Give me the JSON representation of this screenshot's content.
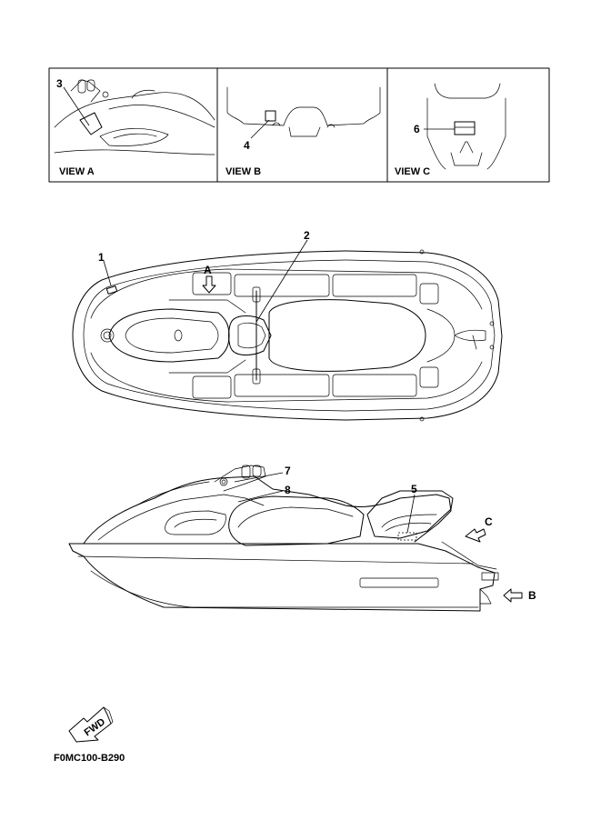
{
  "views": [
    {
      "title": "VIEW A",
      "callout": "3"
    },
    {
      "title": "VIEW B",
      "callout": "4"
    },
    {
      "title": "VIEW C",
      "callout": "6"
    }
  ],
  "top_view": {
    "callouts": [
      "1",
      "2"
    ],
    "view_arrow": "A"
  },
  "side_view": {
    "callouts": [
      "7",
      "8",
      "5"
    ],
    "view_arrows": [
      "C",
      "B"
    ]
  },
  "fwd_badge": "FWD",
  "figure_code": "F0MC100-B290"
}
